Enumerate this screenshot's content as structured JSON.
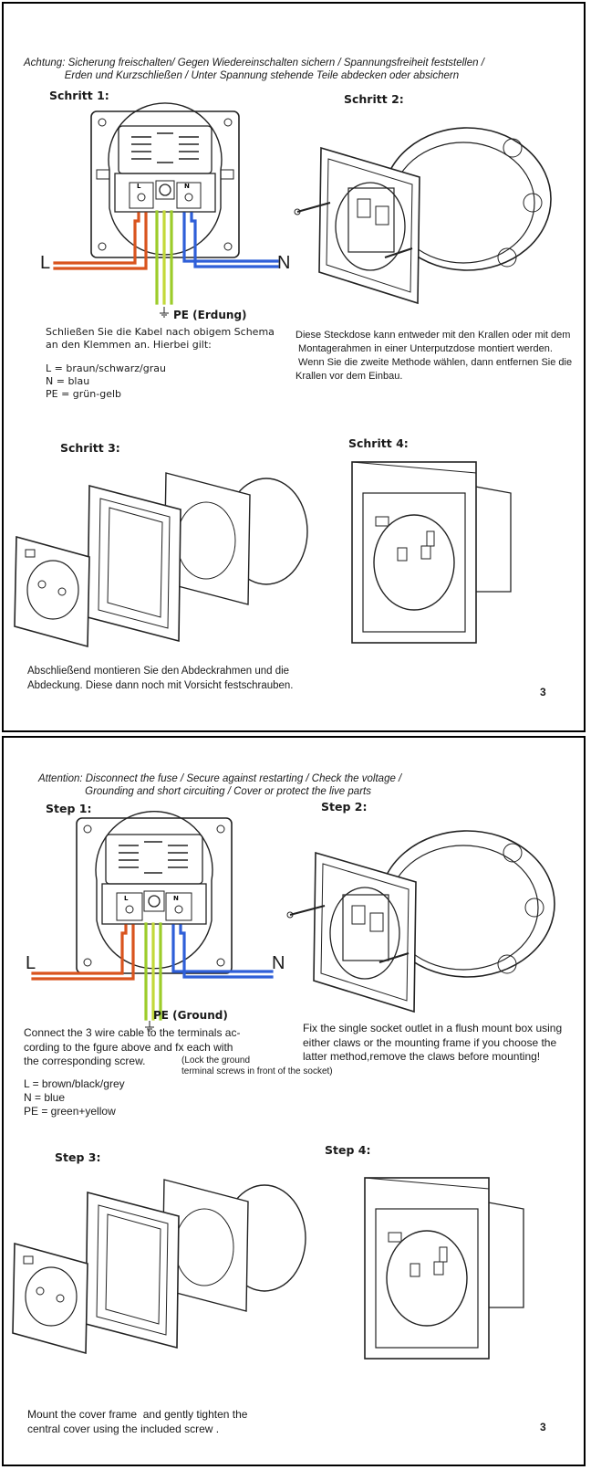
{
  "de": {
    "warning": "Achtung: Sicherung freischalten/ Gegen Wiedereinschalten sichern / Spannungsfreiheit feststellen /\n              Erden und Kurzschließen / Unter Spannung stehende Teile abdecken oder absichern",
    "step1": "Schritt 1:",
    "step2": "Schritt 2:",
    "step3": "Schritt 3:",
    "step4": "Schritt 4:",
    "L": "L",
    "N": "N",
    "pe_label": "PE (Erdung)",
    "terminal_L": "L",
    "terminal_N": "N",
    "wiring_text": "Schließen Sie die Kabel nach obigem Schema\nan den Klemmen an. Hierbei gilt:",
    "legend": "L = braun/schwarz/grau\nN = blau\nPE = grün-gelb",
    "step2_text": "Diese Steckdose kann entweder mit den Krallen oder mit dem\n Montagerahmen in einer Unterputzdose montiert werden.\n Wenn Sie die zweite Methode wählen, dann entfernen Sie die\nKrallen vor dem Einbau.",
    "final_text": "Abschließend montieren Sie den Abdeckrahmen und die\nAbdeckung. Diese dann noch mit Vorsicht festschrauben.",
    "page_number": "3"
  },
  "en": {
    "warning": "Attention: Disconnect the fuse / Secure against restarting / Check the voltage /\n                Grounding and short circuiting / Cover or protect the live parts",
    "step1": "Step 1:",
    "step2": "Step 2:",
    "step3": "Step 3:",
    "step4": "Step 4:",
    "L": "L",
    "N": "N",
    "pe_label": "PE (Ground)",
    "terminal_L": "L",
    "terminal_N": "N",
    "wiring_text": "Connect the 3 wire cable to the terminals ac-\ncording to the fgure above and fx each with\nthe corresponding screw.",
    "wiring_note": "(Lock the ground\nterminal screws in front of the socket)",
    "legend": "L = brown/black/grey\nN = blue\nPE = green+yellow",
    "step2_text": "Fix the single socket outlet in a flush mount box using\neither claws or the mounting frame if you choose the\nlatter method,remove the claws before mounting!",
    "final_text": "Mount the cover frame  and gently tighten the\ncentral cover using the included screw .",
    "page_number": "3"
  },
  "colors": {
    "live": "#d9541e",
    "neutral": "#2f5fd8",
    "earth_green": "#9ccc2a",
    "earth_yellow": "#e8e23a",
    "line": "#222222"
  }
}
